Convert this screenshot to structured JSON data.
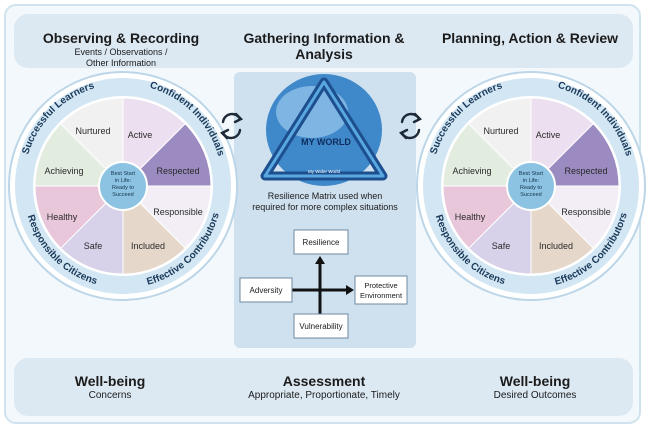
{
  "header": {
    "left": {
      "title": "Observing & Recording",
      "sub1": "Events / Observations /",
      "sub2": "Other Information"
    },
    "center": {
      "title1": "Gathering Information &",
      "title2": "Analysis"
    },
    "right": {
      "title": "Planning, Action & Review"
    }
  },
  "wheel": {
    "outer_top_left": "Successful Learners",
    "outer_top_right": "Confident Individuals",
    "outer_bottom_left": "Responsible Citizens",
    "outer_bottom_right": "Effective Contributors",
    "segments": {
      "nurtured": "Nurtured",
      "active": "Active",
      "respected": "Respected",
      "responsible": "Responsible",
      "included": "Included",
      "safe": "Safe",
      "healthy": "Healthy",
      "achieving": "Achieving"
    },
    "hub": {
      "line1": "Best Start",
      "line2": "in Life:",
      "line3": "Ready to",
      "line4": "Succeed"
    },
    "colors": {
      "nurtured": "#f1f1f1",
      "active": "#ecdff0",
      "respected": "#9b8bc0",
      "responsible": "#f3eef6",
      "included": "#e6d7cb",
      "safe": "#d8d1ea",
      "healthy": "#e8c7da",
      "achieving": "#e2ecdf"
    }
  },
  "matrix": {
    "logo": "MY WORLD",
    "logo_sub": "My Wider World",
    "caption1": "Resilience Matrix used when",
    "caption2": "required for more complex situations",
    "resilience": "Resilience",
    "adversity": "Adversity",
    "protective1": "Protective",
    "protective2": "Environment",
    "vulnerability": "Vulnerability"
  },
  "footer": {
    "left": {
      "title": "Well-being",
      "sub": "Concerns"
    },
    "center": {
      "title": "Assessment",
      "sub": "Appropriate, Proportionate, Timely"
    },
    "right": {
      "title": "Well-being",
      "sub": "Desired Outcomes"
    }
  }
}
